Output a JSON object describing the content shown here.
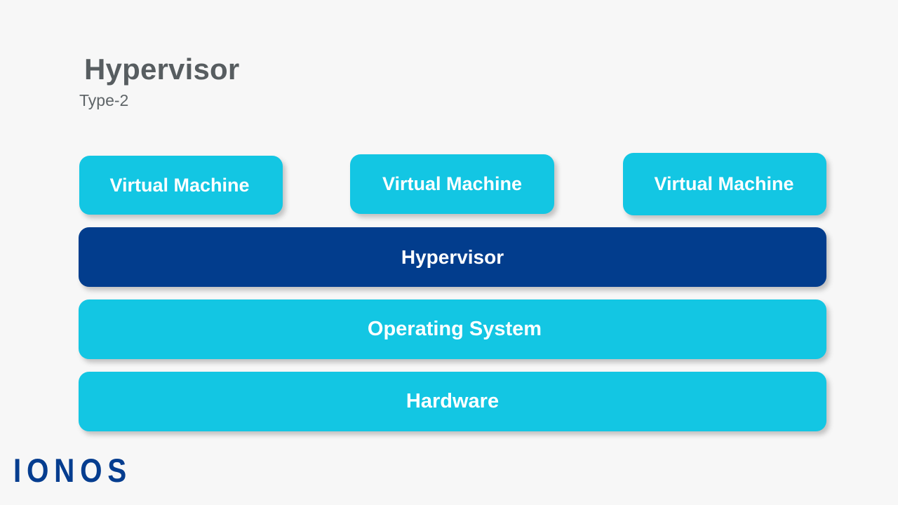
{
  "slide": {
    "background_color": "#f7f7f7",
    "title": "Hypervisor",
    "subtitle": "Type-2"
  },
  "colors": {
    "cyan": "#13c6e3",
    "dark_blue": "#023d8d",
    "title_gray": "#575d60",
    "subtitle_gray": "#5f6568",
    "logo_blue": "#053d8f",
    "label_white": "#ffffff"
  },
  "diagram": {
    "virtual_machines": [
      {
        "label": "Virtual Machine"
      },
      {
        "label": "Virtual Machine"
      },
      {
        "label": "Virtual Machine"
      }
    ],
    "layers": [
      {
        "label": "Hypervisor",
        "color": "#023d8d"
      },
      {
        "label": "Operating System",
        "color": "#13c6e3"
      },
      {
        "label": "Hardware",
        "color": "#13c6e3"
      }
    ]
  },
  "footer": {
    "logo_text": "IONOS"
  }
}
